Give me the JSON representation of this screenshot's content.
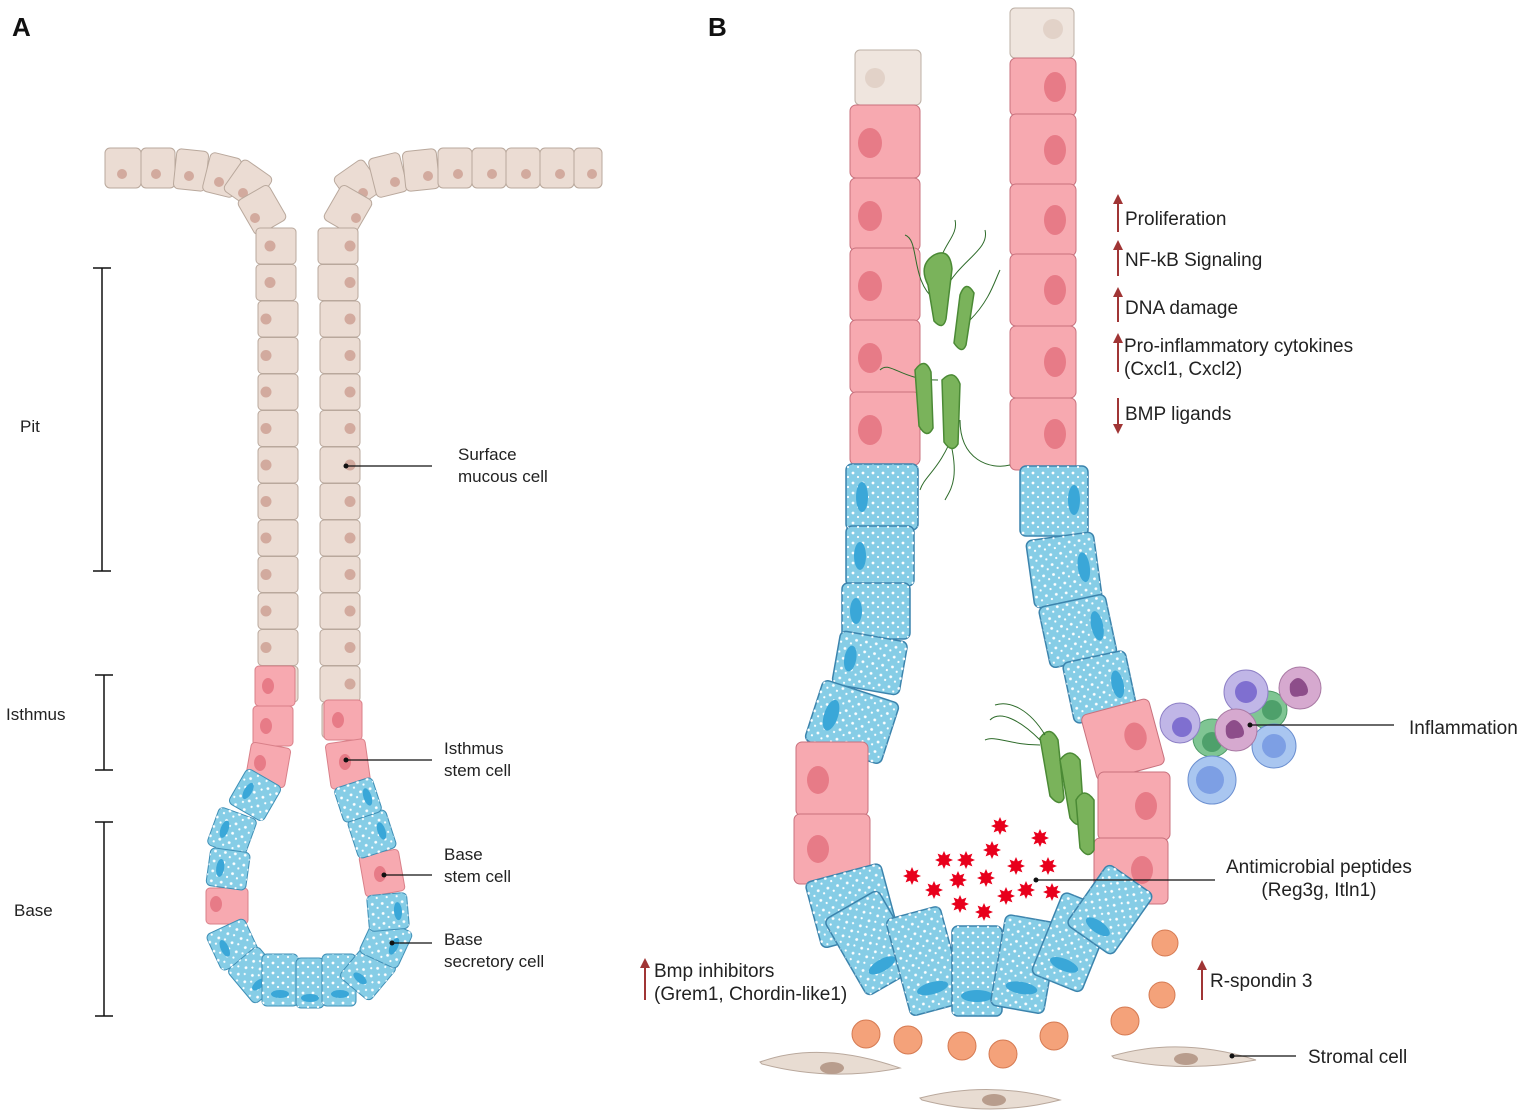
{
  "panels": {
    "a": "A",
    "b": "B"
  },
  "panel_a": {
    "regions": {
      "pit": "Pit",
      "isthmus": "Isthmus",
      "base": "Base"
    },
    "cells": {
      "surface_mucous": [
        "Surface",
        "mucous cell"
      ],
      "isthmus_stem": [
        "Isthmus",
        "stem cell"
      ],
      "base_stem": [
        "Base",
        "stem cell"
      ],
      "base_secretory": [
        "Base",
        "secretory cell"
      ]
    }
  },
  "panel_b": {
    "effects": [
      {
        "direction": "up",
        "lines": [
          "Proliferation"
        ]
      },
      {
        "direction": "up",
        "lines": [
          "NF-kB Signaling"
        ]
      },
      {
        "direction": "up",
        "lines": [
          "DNA damage"
        ]
      },
      {
        "direction": "up",
        "lines": [
          "Pro-inflammatory cytokines",
          "(Cxcl1, Cxcl2)"
        ]
      },
      {
        "direction": "down",
        "lines": [
          "BMP ligands"
        ]
      }
    ],
    "labels": {
      "inflammation": "Inflammation",
      "antimicrobial": [
        "Antimicrobial peptides",
        "(Reg3g, Itln1)"
      ],
      "bmp_inhibitors": [
        "Bmp inhibitors",
        "(Grem1, Chordin-like1)"
      ],
      "r_spondin": "R-spondin 3",
      "stromal": "Stromal cell"
    }
  },
  "colors": {
    "mucous_cell": "#ebdcd3",
    "stem_cell": "#f7a9b0",
    "secretory_cell": "#86cde6",
    "bacteria": "#7ab35b",
    "peptide": "#e8001c",
    "arrow": "#a03535",
    "stroma_dot": "#f4a27a"
  }
}
